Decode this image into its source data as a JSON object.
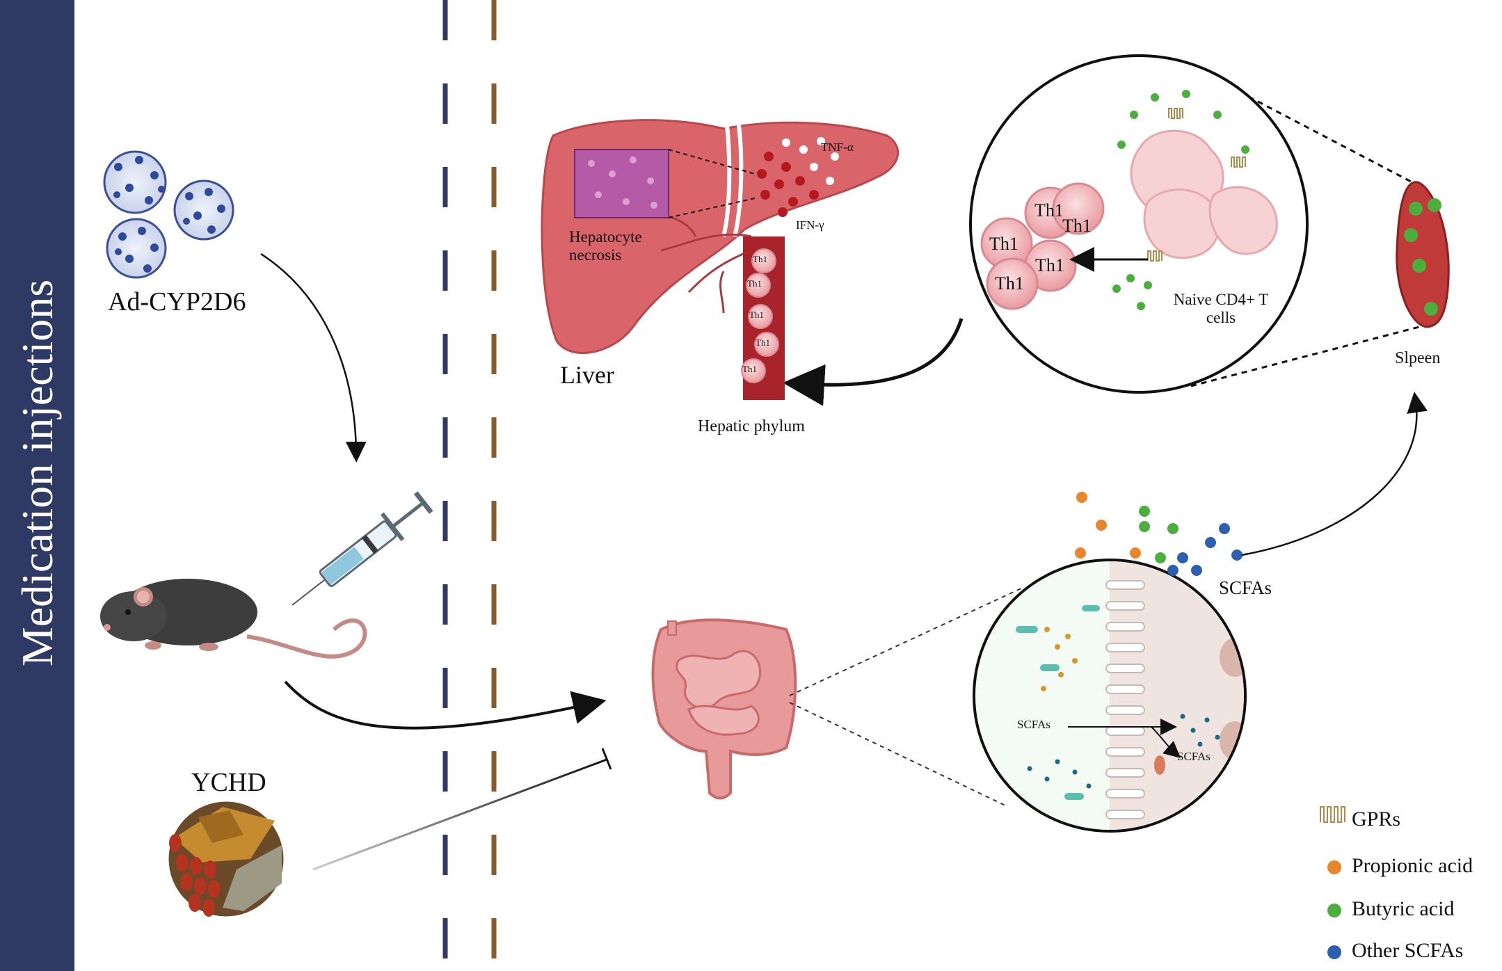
{
  "side_panel": {
    "title": "Medication injections",
    "color": "#2e3a64"
  },
  "labels": {
    "virus": "Ad-CYP2D6",
    "herbal": "YCHD",
    "liver": "Liver",
    "hepatocyte": "Hepatocyte necrosis",
    "tnf": "TNF-α",
    "ifn": "IFN-γ",
    "hepatic_phylum": "Hepatic phylum",
    "naive": "Naive CD4+ T cells",
    "spleen": "Slpeen",
    "scfas_main": "SCFAs",
    "scfas_gut_left": "SCFAs",
    "scfas_gut_right": "SCFAs",
    "th1": "Th1"
  },
  "legend": {
    "items": [
      {
        "label": "GPRs",
        "icon": "receptor-icon",
        "color": "#b08a4a"
      },
      {
        "label": "Propionic acid",
        "color": "#e8862c"
      },
      {
        "label": "Butyric acid",
        "color": "#4caf3d"
      },
      {
        "label": "Other SCFAs",
        "color": "#2d5fb0"
      }
    ]
  },
  "colors": {
    "divider_navy": "#2e3a64",
    "divider_brown": "#8a5a2b",
    "liver": "#d9646a",
    "spleen": "#c03a3a",
    "th1_cell": "#f3b8bc"
  }
}
